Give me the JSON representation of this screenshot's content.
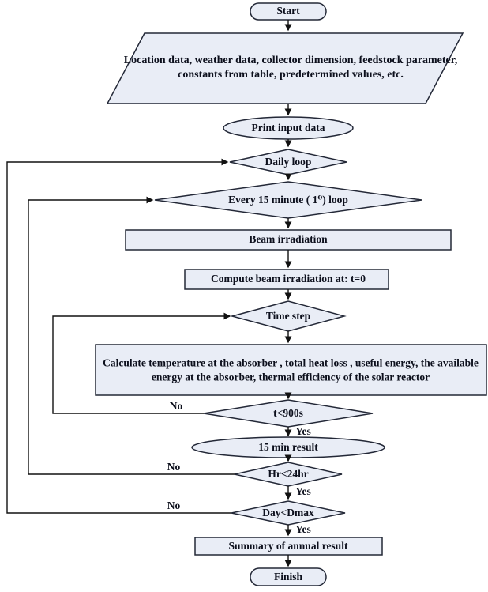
{
  "diagram": {
    "type": "flowchart",
    "description": "Solar reactor annual simulation algorithm flowchart"
  },
  "colors": {
    "background": "#ffffff",
    "shape_fill": "#e9edf6",
    "shape_border": "#232837",
    "text": "#0c0f1c",
    "connector": "#111111"
  },
  "nodes": {
    "start": "Start",
    "input_data": "Location data, weather data, collector dimension, feedstock parameter, constants from table, predetermined values, etc.",
    "print_input": "Print input data",
    "daily_loop": "Daily loop",
    "minute_loop": "Every 15 minute ( 1⁰) loop",
    "beam_irradiation": "Beam irradiation",
    "compute_beam": "Compute beam irradiation at: t=0",
    "time_step": "Time step",
    "calculate": "Calculate temperature at the absorber , total heat loss , useful energy, the available energy at the absorber, thermal efficiency of the solar reactor",
    "t_check": "t<900s",
    "min_result": "15 min result",
    "hr_check": "Hr<24hr",
    "day_check": "Day<Dmax",
    "summary": "Summary of annual result",
    "finish": "Finish"
  },
  "edges": {
    "yes": "Yes",
    "no": "No"
  }
}
